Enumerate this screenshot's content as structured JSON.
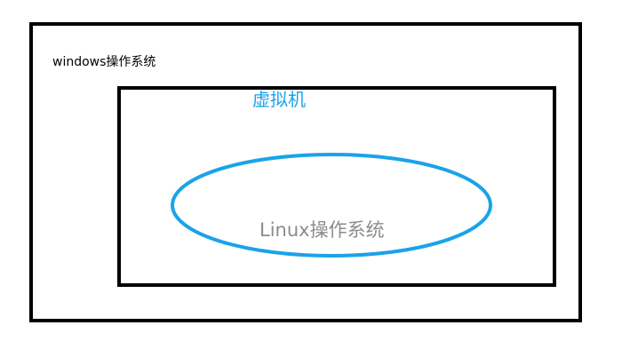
{
  "outer": {
    "label": "windows操作系统"
  },
  "inner": {
    "label": "虚拟机"
  },
  "ellipse": {
    "label": "Linux操作系统"
  },
  "colors": {
    "border": "#000000",
    "accent": "#1aa3e8",
    "ellipse_text": "#8c8c8c",
    "background": "#ffffff"
  }
}
